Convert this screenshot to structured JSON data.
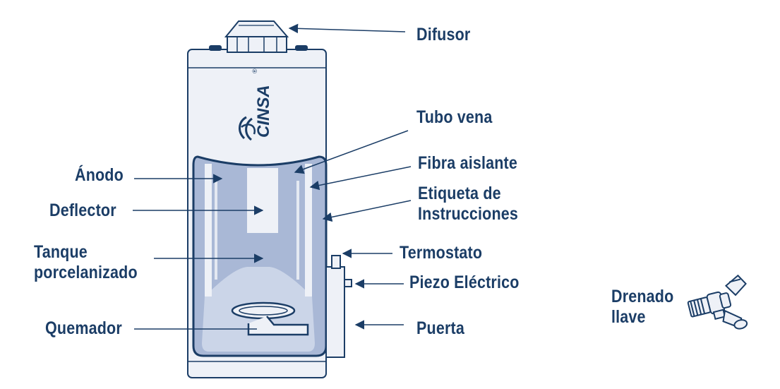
{
  "colors": {
    "line": "#1b3d66",
    "text": "#1b3d66",
    "tank_fill": "#a9b8d6",
    "tank_light": "#cbd5e8",
    "tank_dark": "#7f93bd",
    "body_fill": "#eef1f7"
  },
  "brand": {
    "name": "CINSA",
    "mark": "®",
    "icon": "wave-logo-icon"
  },
  "labels": {
    "difusor": "Difusor",
    "tubo_vena": "Tubo vena",
    "fibra_aislante": "Fibra aislante",
    "etiqueta": "Etiqueta de\nInstrucciones",
    "termostato": "Termostato",
    "piezo": "Piezo Eléctrico",
    "puerta": "Puerta",
    "anodo": "Ánodo",
    "deflector": "Deflector",
    "tanque": "Tanque\nporcelanizado",
    "quemador": "Quemador",
    "drenado": "Drenado\nllave"
  },
  "icons": [
    "drain-valve-icon",
    "water-heater-icon"
  ]
}
